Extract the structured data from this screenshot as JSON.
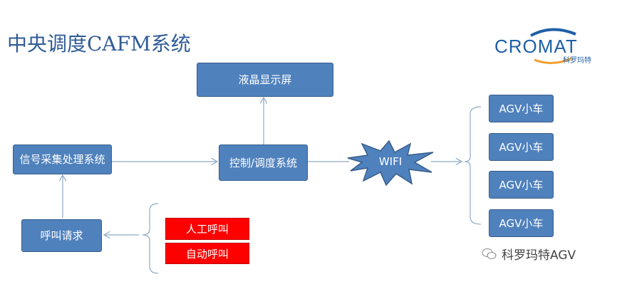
{
  "title": "中央调度CAFM系统",
  "logo": {
    "text": "CROMAT",
    "subtext": "科罗玛特"
  },
  "nodes": {
    "display": "液晶显示屏",
    "signal": "信号采集处理系统",
    "control": "控制/调度系统",
    "wifi": "WIFI",
    "call_request": "呼叫请求",
    "manual_call": "人工呼叫",
    "auto_call": "自动呼叫",
    "agv": [
      "AGV小车",
      "AGV小车",
      "AGV小车",
      "AGV小车"
    ]
  },
  "watermark": "科罗玛特AGV",
  "colors": {
    "box": "#4f81bd",
    "red": "#ff0000",
    "title": "#2f5b95"
  }
}
